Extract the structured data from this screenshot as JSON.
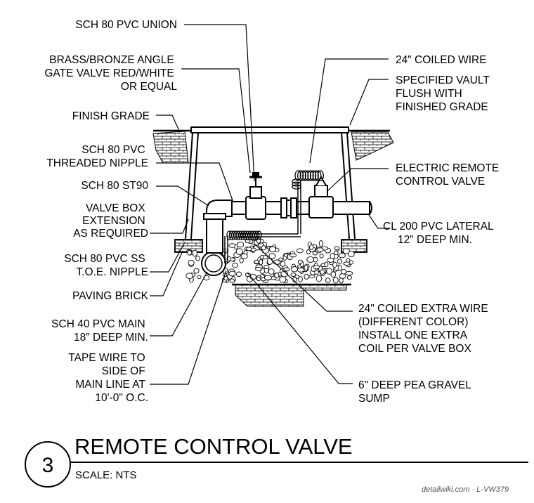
{
  "labels_left": [
    {
      "lines": [
        "SCH 80 PVC UNION"
      ]
    },
    {
      "lines": [
        "BRASS/BRONZE ANGLE",
        "GATE VALVE RED/WHITE",
        "OR EQUAL"
      ]
    },
    {
      "lines": [
        "FINISH GRADE"
      ]
    },
    {
      "lines": [
        "SCH 80 PVC",
        "THREADED NIPPLE"
      ]
    },
    {
      "lines": [
        "SCH 80 ST90"
      ]
    },
    {
      "lines": [
        "VALVE BOX",
        "EXTENSION",
        "AS REQUIRED"
      ]
    },
    {
      "lines": [
        "SCH 80 PVC SS",
        "T.O.E. NIPPLE"
      ]
    },
    {
      "lines": [
        "PAVING BRICK"
      ]
    },
    {
      "lines": [
        "SCH 40 PVC MAIN",
        "18\" DEEP MIN."
      ]
    },
    {
      "lines": [
        "TAPE WIRE TO",
        "SIDE OF",
        "MAIN LINE AT",
        "10'-0\" O.C."
      ]
    }
  ],
  "labels_right": [
    {
      "lines": [
        "24\" COILED WIRE"
      ]
    },
    {
      "lines": [
        "SPECIFIED VAULT",
        "FLUSH WITH",
        "FINISHED GRADE"
      ]
    },
    {
      "lines": [
        "ELECTRIC REMOTE",
        "CONTROL VALVE"
      ]
    },
    {
      "lines": [
        "CL 200 PVC LATERAL",
        "12\" DEEP MIN."
      ]
    },
    {
      "lines": [
        "24\" COILED EXTRA WIRE",
        "(DIFFERENT COLOR)",
        "INSTALL ONE EXTRA",
        "COIL PER VALVE BOX"
      ]
    },
    {
      "lines": [
        "6\" DEEP PEA GRAVEL",
        "SUMP"
      ]
    }
  ],
  "title_block": {
    "detail_number": "3",
    "title": "REMOTE CONTROL VALVE",
    "scale": "SCALE: NTS"
  },
  "credit": "detailwiki.com · L-VW379"
}
